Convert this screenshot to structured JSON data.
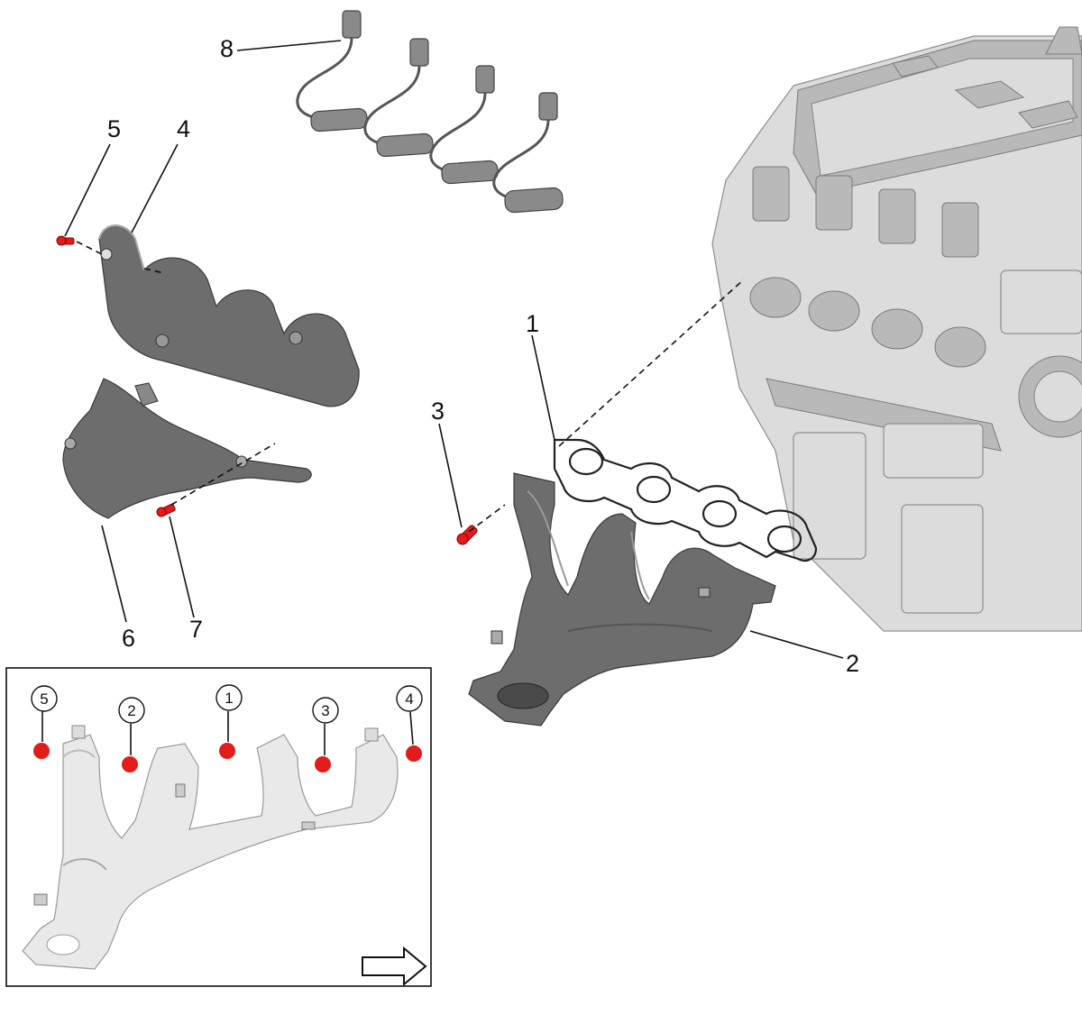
{
  "diagram": {
    "callouts": [
      "1",
      "2",
      "3",
      "4",
      "5",
      "6",
      "7",
      "8"
    ],
    "inset": {
      "sequence_labels": [
        "5",
        "2",
        "1",
        "3",
        "4"
      ],
      "arrow_icon": "direction-arrow-right-icon"
    },
    "colors": {
      "fastener": "#e21b1b",
      "part": "#6d6d6d",
      "inset_part": "#e9e9e9"
    }
  }
}
